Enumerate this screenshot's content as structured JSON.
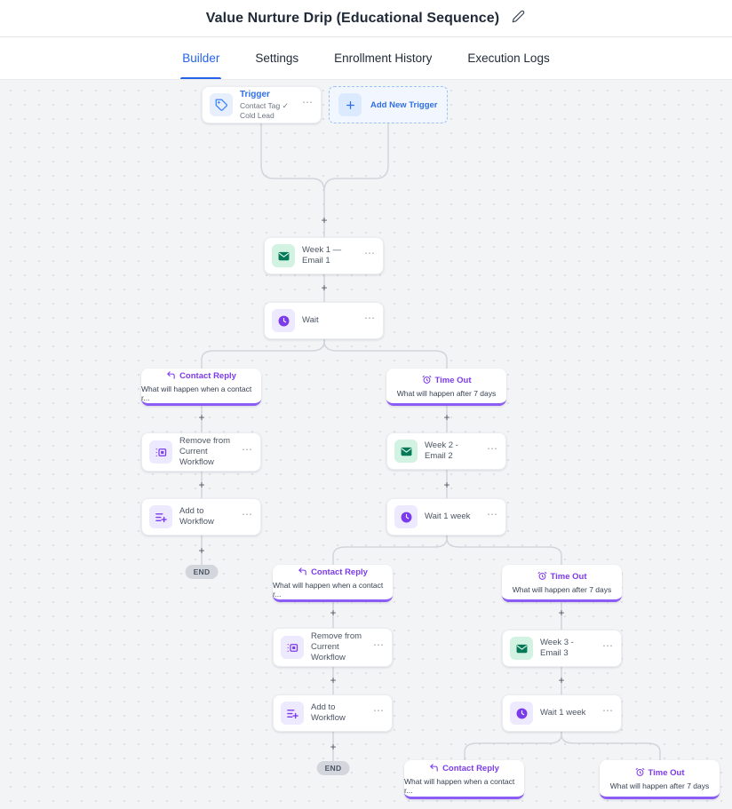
{
  "header": {
    "title": "Value Nurture Drip (Educational Sequence)"
  },
  "tabs": [
    {
      "label": "Builder",
      "active": true
    },
    {
      "label": "Settings",
      "active": false
    },
    {
      "label": "Enrollment History",
      "active": false
    },
    {
      "label": "Execution Logs",
      "active": false
    }
  ],
  "nodes": {
    "trigger": {
      "title": "Trigger",
      "subtitle": "Contact Tag ✓ Cold Lead"
    },
    "add_new_trigger": {
      "label": "Add New Trigger"
    },
    "email1": {
      "label": "Week 1 — Email 1"
    },
    "wait": {
      "label": "Wait"
    },
    "contact_reply": {
      "title": "Contact Reply",
      "subtitle": "What will happen when a contact r..."
    },
    "time_out": {
      "title": "Time Out",
      "subtitle": "What will happen after 7 days"
    },
    "remove_workflow": {
      "label": "Remove from Current Workflow"
    },
    "email2": {
      "label": "Week 2 - Email 2"
    },
    "add_to_workflow": {
      "label": "Add to Workflow"
    },
    "wait_1_week": {
      "label": "Wait  1 week"
    },
    "email3": {
      "label": "Week 3 - Email 3"
    }
  },
  "misc": {
    "end": "END",
    "menu": "⋯",
    "plus": "+"
  },
  "colors": {
    "accent_blue": "#2563eb",
    "purple": "#7c3aed",
    "branch_border": "#8b5cf6",
    "green": "#047857"
  }
}
